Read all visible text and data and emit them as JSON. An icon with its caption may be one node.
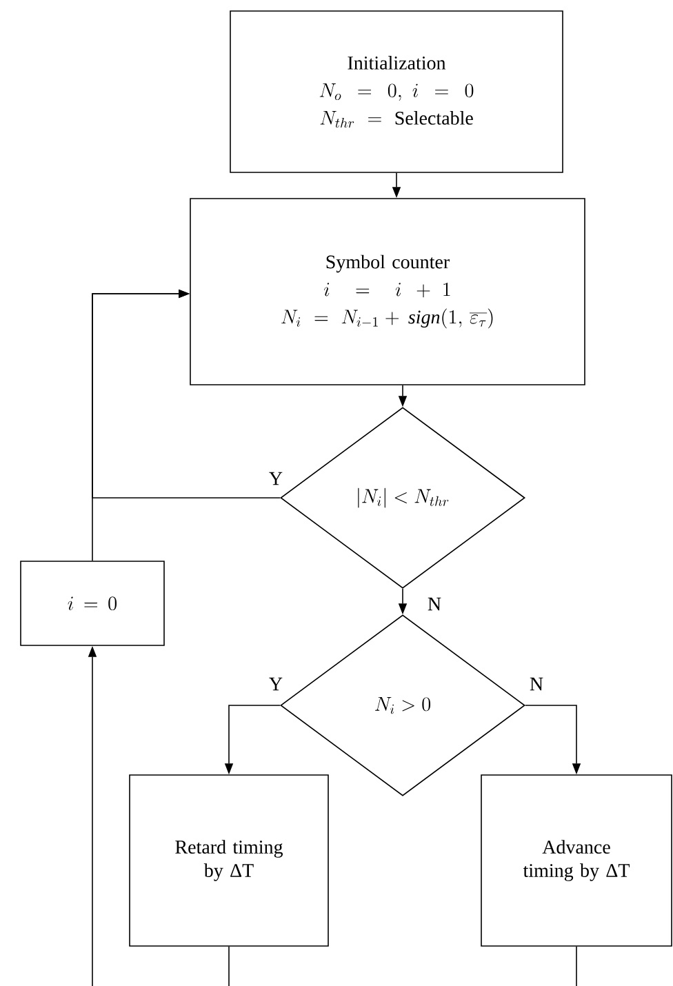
{
  "diagram": {
    "nodes": [
      {
        "text": [
          "Initialization",
          "N_o = 0,\\ i = 0",
          "N_{thr} \\!=\\! \\mathrm{Selectable}"
        ]
      },
      {
        "text": [
          "Symbol counter",
          "i\\, =\\, i\\, +1",
          "N_i \\!=\\! N_{i-1} \\!+ \\mathit{sign}(1,\\, \\overline{\\varepsilon_{\\tau}})"
        ]
      },
      {
        "text": [
          "|N_i| < N_{thr}"
        ]
      },
      {
        "text": [
          "i = 0"
        ]
      },
      {
        "text": [
          "N_i > 0"
        ]
      },
      {
        "text": [
          "Retard timing by ΔT"
        ]
      },
      {
        "text": [
          "Advance timing by ΔT"
        ]
      }
    ],
    "edges": [
      {
        "from": 0,
        "to": 1,
        "arrow": "to"
      },
      {
        "from": 1,
        "to": 2,
        "arrow": "to"
      },
      {
        "from": 2,
        "to": 1,
        "arrow": "to",
        "label": "Y"
      },
      {
        "from": 3,
        "to": 1,
        "arrow": "to"
      },
      {
        "from": 2,
        "to": 4,
        "arrow": "to",
        "label": "N"
      },
      {
        "from": 4,
        "to": 5,
        "arrow": "to",
        "label": "Y"
      },
      {
        "from": 4,
        "to": 6,
        "arrow": "to",
        "label": "N"
      },
      {
        "from": null,
        "to": 3,
        "arrow": "to"
      },
      {
        "from": 5,
        "to": null,
        "arrow": "none"
      },
      {
        "from": 6,
        "to": null,
        "arrow": "none"
      }
    ]
  }
}
